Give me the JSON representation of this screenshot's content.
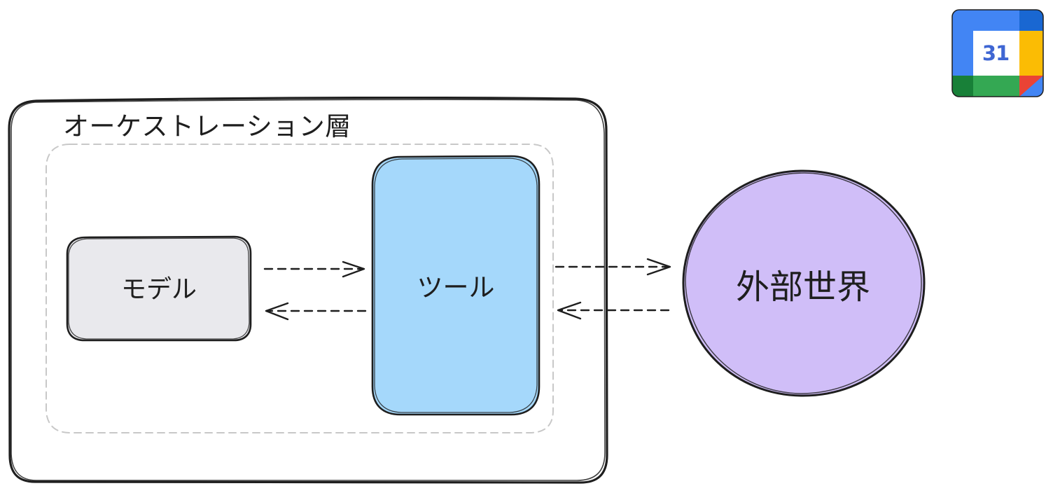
{
  "layer": {
    "title": "オーケストレーション層"
  },
  "nodes": {
    "model": {
      "label": "モデル",
      "fill": "#e9e9ed"
    },
    "tool": {
      "label": "ツール",
      "fill": "#a5d8fb"
    },
    "world": {
      "label": "外部世界",
      "fill": "#d0bef8"
    }
  },
  "arrows": [
    {
      "from": "model",
      "to": "tool",
      "style": "dashed"
    },
    {
      "from": "tool",
      "to": "model",
      "style": "dashed"
    },
    {
      "from": "tool",
      "to": "world",
      "style": "dashed"
    },
    {
      "from": "world",
      "to": "tool",
      "style": "dashed"
    }
  ],
  "app_icon": {
    "name": "calendar-app-icon",
    "day": "31",
    "colors": {
      "blue": "#4285f4",
      "green": "#34a853",
      "yellow": "#fbbc04",
      "red": "#ea4335",
      "dark_blue": "#1967d2",
      "dark_green": "#188038"
    }
  }
}
